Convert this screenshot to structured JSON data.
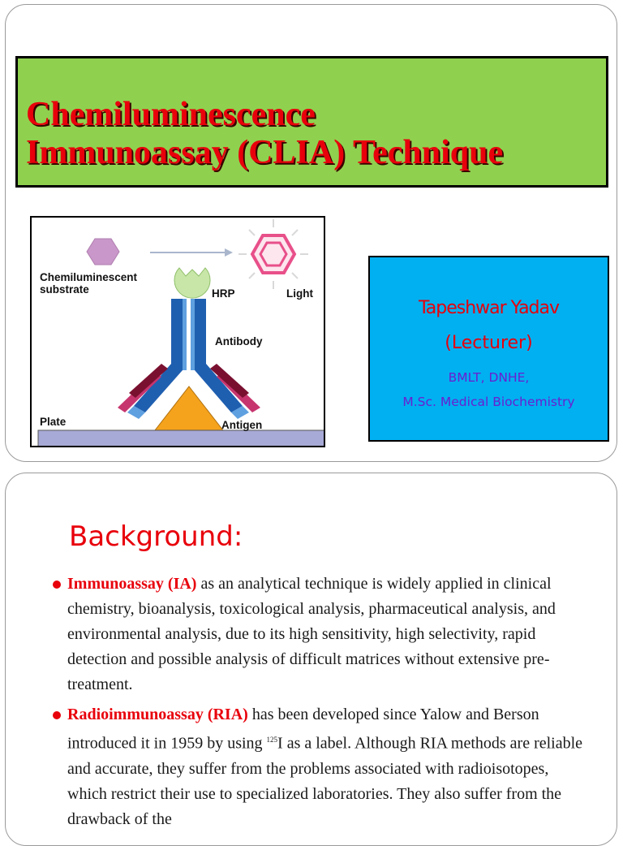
{
  "slide1": {
    "title": "Chemiluminescence\nImmunoassay (CLIA) Technique",
    "diagram": {
      "label_substrate": "Chemiluminescent\nsubstrate",
      "label_hrp": "HRP",
      "label_light": "Light",
      "label_antibody": "Antibody",
      "label_plate": "Plate",
      "label_antigen": "Antigen"
    },
    "author": {
      "name": "Tapeshwar Yadav",
      "role": "(Lecturer)",
      "degrees_line1": "BMLT, DNHE,",
      "degrees_line2": "M.Sc. Medical Biochemistry"
    }
  },
  "slide2": {
    "heading": "Background:",
    "bullets": [
      {
        "term": "Immunoassay (IA)",
        "text": " as an analytical technique is widely applied in clinical chemistry,  bioanalysis,  toxicological analysis, pharmaceutical analysis,  and environmental analysis, due to its high sensitivity, high selectivity, rapid detection and possible analysis of difficult matrices without extensive pre-treatment."
      },
      {
        "term": "Radioimmunoassay (RIA)",
        "text_before_sup": " has been developed since Yalow and Berson introduced it in 1959 by using ",
        "sup": "125",
        "text_after_sup": "I as a label. Although RIA methods are reliable and accurate, they suffer from the problems associated with radioisotopes, which restrict their use to specialized laboratories. They also suffer from the drawback of the"
      }
    ]
  },
  "colors": {
    "title_red": "#e8000b",
    "title_bg": "#8fd14f",
    "author_bg": "#00b0f0",
    "degree_purple": "#6a1fd1"
  }
}
